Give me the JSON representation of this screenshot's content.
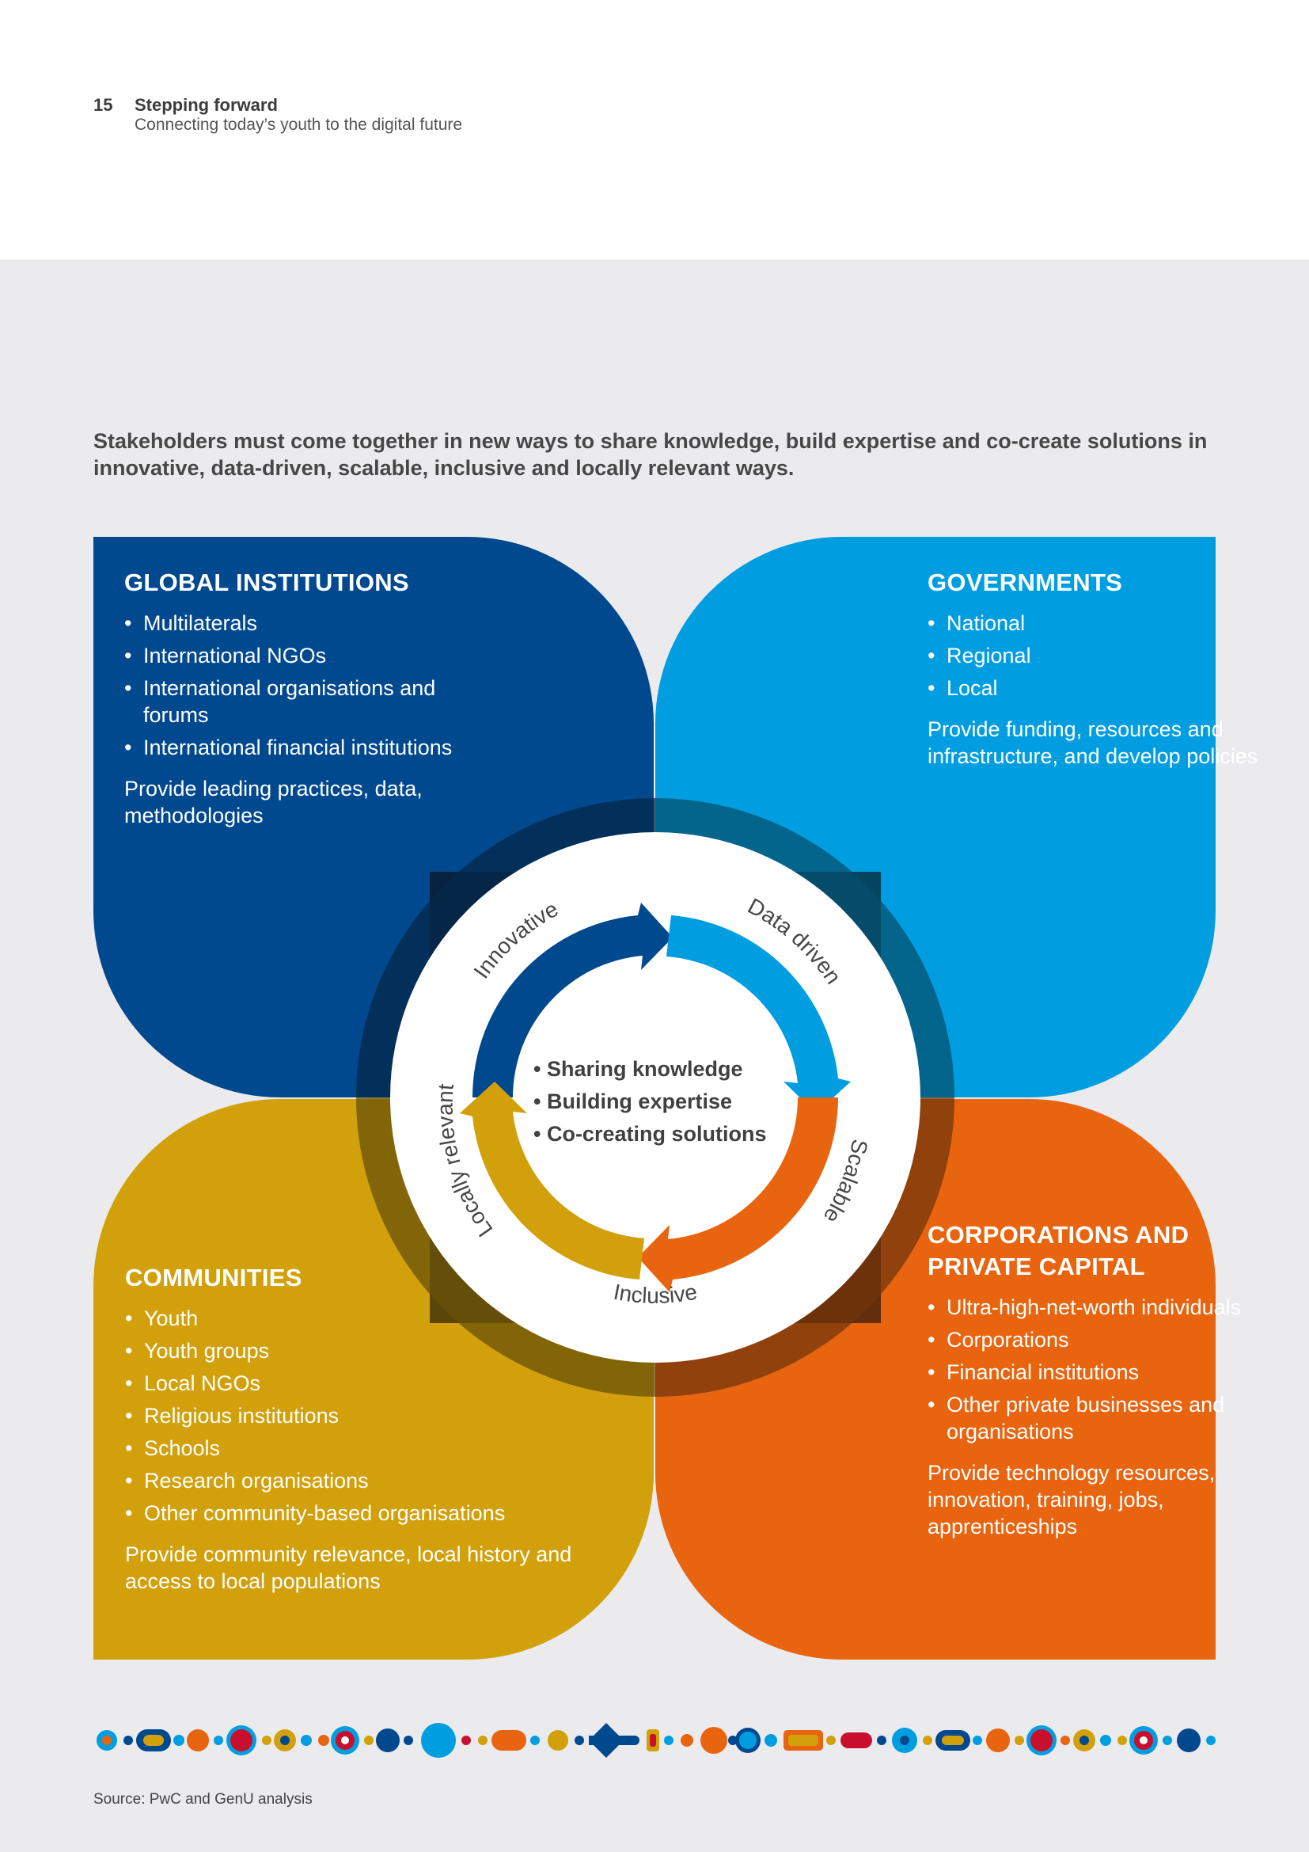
{
  "header": {
    "page_number": "15",
    "title": "Stepping forward",
    "subtitle": "Connecting today’s youth to the digital future"
  },
  "intro": "Stakeholders must come together in new ways to share knowledge, build expertise and co-create solutions in innovative, data-driven, scalable, inclusive and locally relevant ways.",
  "quadrants": {
    "global": {
      "title": "GLOBAL INSTITUTIONS",
      "items": [
        "Multilaterals",
        "International NGOs",
        "International organisations and forums",
        "International financial institutions"
      ],
      "role": "Provide leading practices, data, methodologies",
      "color": "#00498f"
    },
    "governments": {
      "title": "GOVERNMENTS",
      "items": [
        "National",
        "Regional",
        "Local"
      ],
      "role": "Provide funding, resources and infrastructure, and develop policies",
      "color": "#009ee0"
    },
    "communities": {
      "title": "COMMUNITIES",
      "items": [
        "Youth",
        "Youth groups",
        "Local NGOs",
        "Religious institutions",
        "Schools",
        "Research organisations",
        "Other community-based organisations"
      ],
      "role": "Provide community relevance, local history and access to local populations",
      "color": "#d1a00a"
    },
    "corporations": {
      "title": "CORPORATIONS AND PRIVATE CAPITAL",
      "items": [
        "Ultra-high-net-worth individuals",
        "Corporations",
        "Financial institutions",
        "Other private businesses and organisations"
      ],
      "role": "Provide technology resources, innovation, training, jobs, apprenticeships",
      "color": "#e8640f"
    }
  },
  "cycle": {
    "labels": [
      "Innovative",
      "Data driven",
      "Scalable",
      "Inclusive",
      "Locally relevant"
    ],
    "center": [
      "• Sharing knowledge",
      "• Building expertise",
      "• Co-creating solutions"
    ]
  },
  "source": "Source: PwC and GenU analysis"
}
